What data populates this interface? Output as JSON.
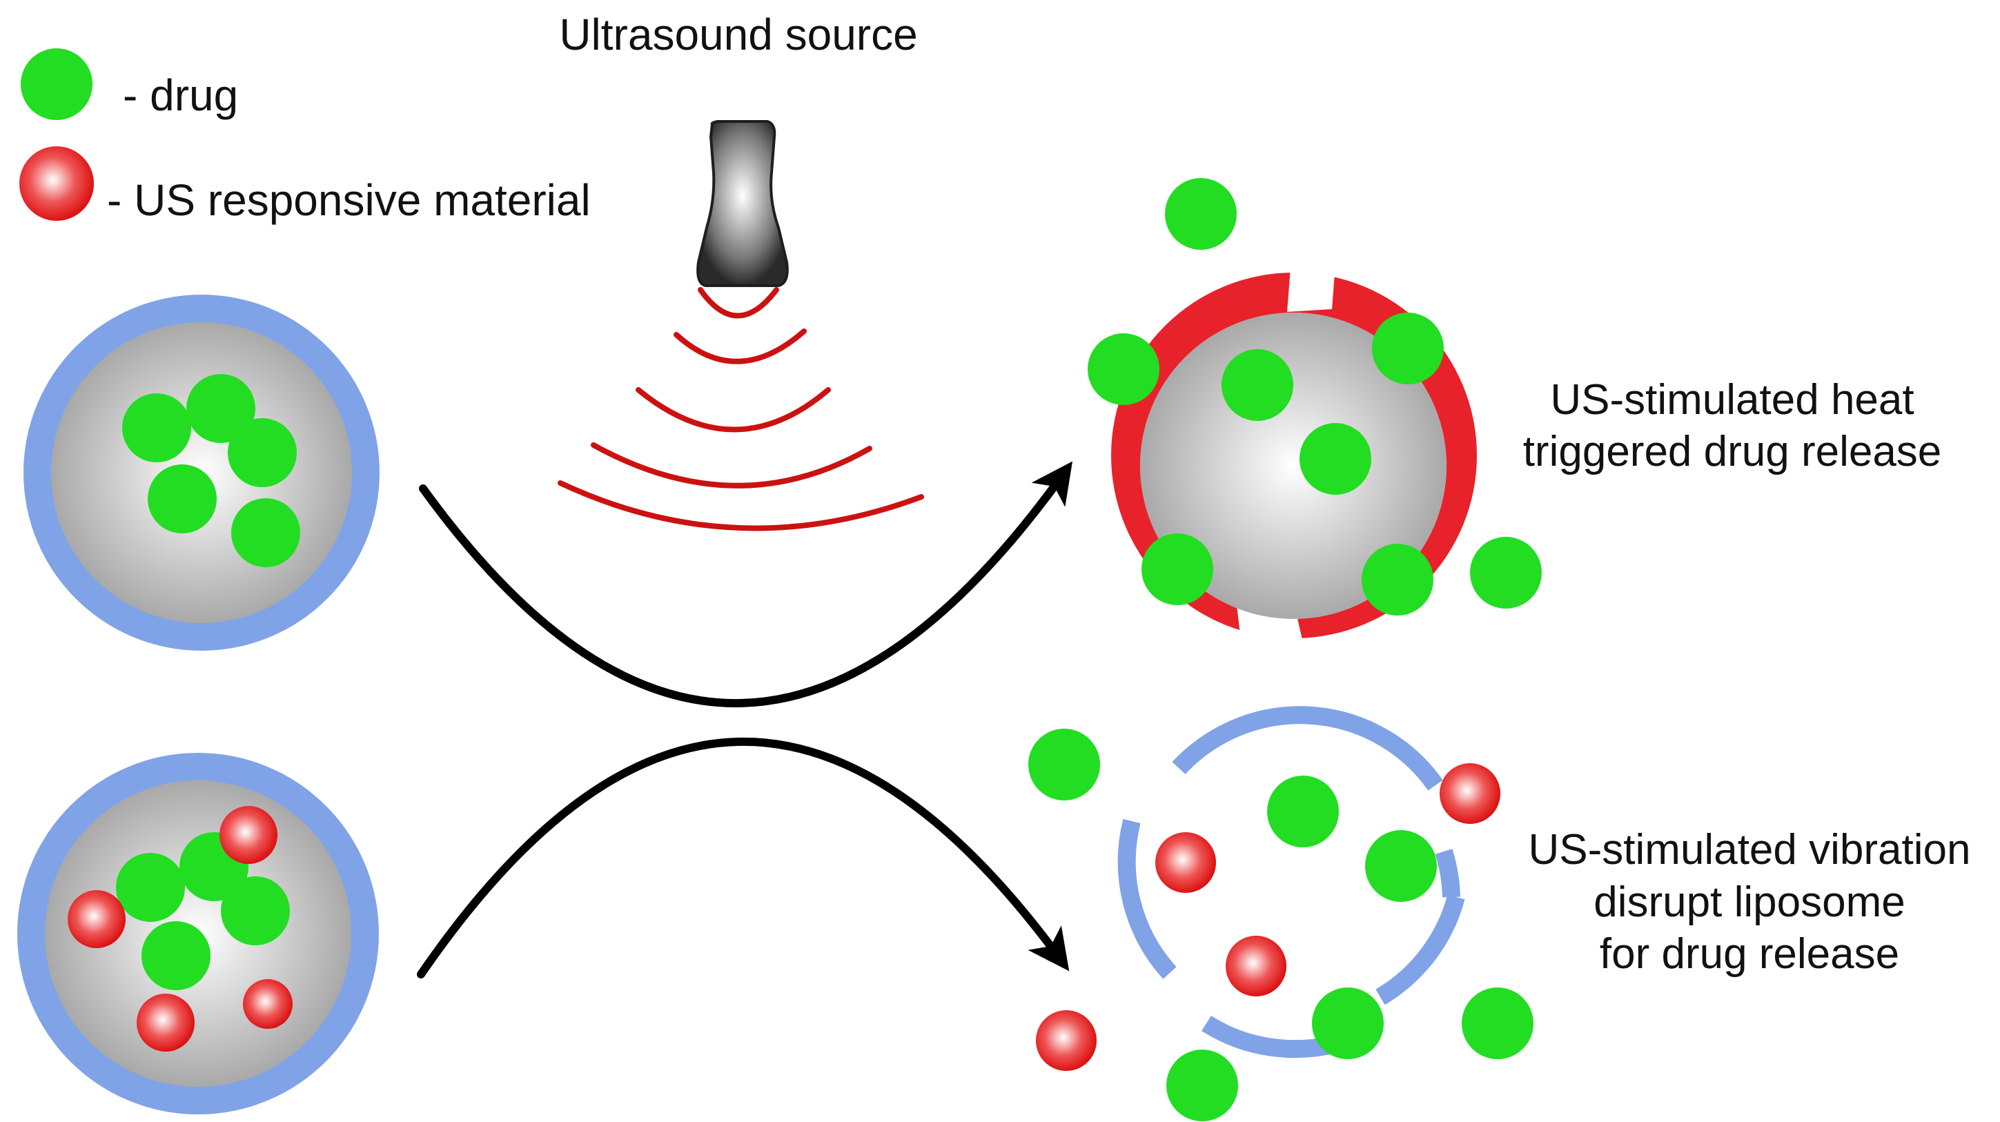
{
  "legend": {
    "drug_label": "- drug",
    "us_material_label": "- US responsive material"
  },
  "source": {
    "title": "Ultrasound source"
  },
  "outcomes": {
    "heat_line1": "US-stimulated heat",
    "heat_line2": "triggered drug release",
    "vibration_line1": "US-stimulated vibration",
    "vibration_line2": "disrupt liposome",
    "vibration_line3": "for drug release"
  },
  "colors": {
    "drug": "#22dd22",
    "us_material": "#e8222a",
    "liposome_membrane": "#7fa3e6",
    "core": "#c8c8c8",
    "transducer": "#3a3a3a",
    "wave": "#cc1111",
    "arrow": "#000000"
  }
}
